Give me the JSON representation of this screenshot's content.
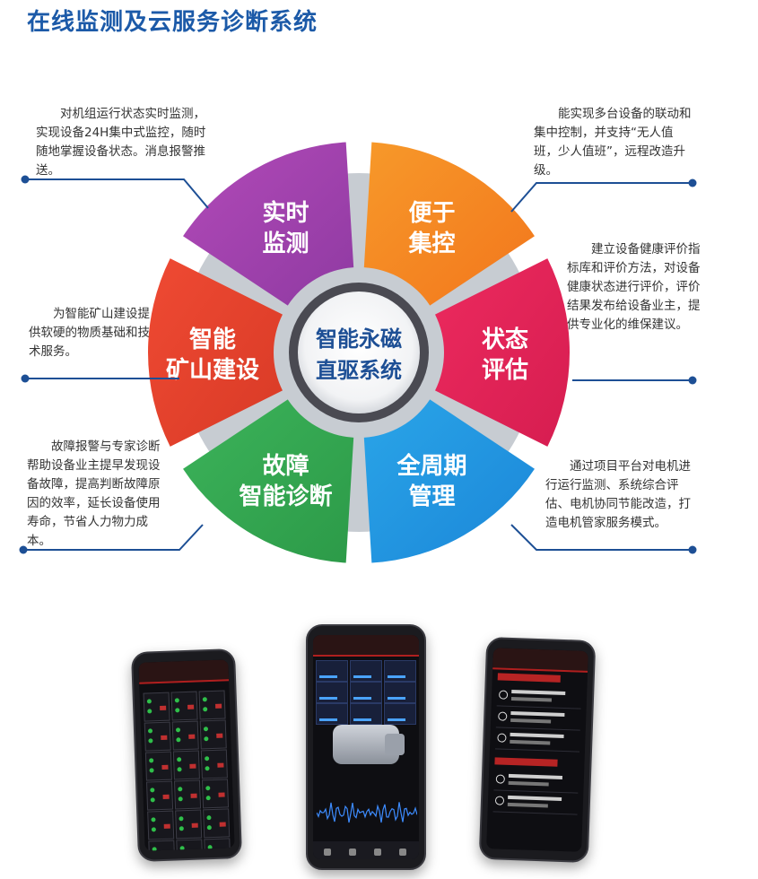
{
  "title": "在线监测及云服务诊断系统",
  "center": {
    "line1": "智能永磁",
    "line2": "直驱系统"
  },
  "segments": [
    {
      "id": "realtime",
      "line1": "实时",
      "line2": "监测",
      "color": "#b24ab8",
      "color2": "#8f3aa2"
    },
    {
      "id": "central",
      "line1": "便于",
      "line2": "集控",
      "color": "#f7992a",
      "color2": "#f2761c"
    },
    {
      "id": "status",
      "line1": "状态",
      "line2": "评估",
      "color": "#ec2a5e",
      "color2": "#d61d50"
    },
    {
      "id": "lifecycle",
      "line1": "全周期",
      "line2": "管理",
      "color": "#2aa5e8",
      "color2": "#1b86d8"
    },
    {
      "id": "fault",
      "line1": "故障",
      "line2": "智能诊断",
      "color": "#3cb35a",
      "color2": "#2c9a48"
    },
    {
      "id": "mine",
      "line1": "智能",
      "line2": "矿山建设",
      "color": "#ef4a33",
      "color2": "#d83a26"
    }
  ],
  "descriptions": {
    "realtime": "对机组运行状态实时监测，实现设备24H集中式监控，随时随地掌握设备状态。消息报警推送。",
    "central": "能实现多台设备的联动和集中控制，并支持“无人值班，少人值班”，远程改造升级。",
    "status": "建立设备健康评价指标库和评价方法，对设备健康状态进行评价，评价结果发布给设备业主，提供专业化的维保建议。",
    "lifecycle": "通过项目平台对电机进行运行监测、系统综合评估、电机协同节能改造，打造电机管家服务模式。",
    "fault": "故障报警与专家诊断帮助设备业主提早发现设备故障，提高判断故障原因的效率，延长设备使用寿命，节省人力物力成本。",
    "mine": "为智能矿山建设提供软硬的物质基础和技术服务。"
  },
  "colors": {
    "title": "#1c5aa8",
    "connector": "#1d4f95",
    "ring": "#c7ccd2"
  }
}
